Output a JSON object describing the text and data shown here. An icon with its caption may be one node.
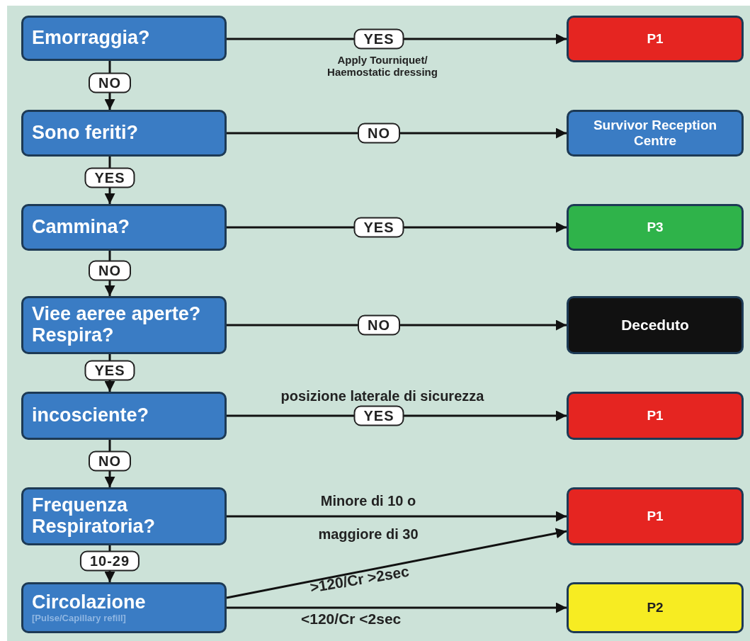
{
  "diagram": {
    "nodes": [
      {
        "text": [
          "Emorraggia?"
        ]
      },
      {
        "text": [
          "Sono feriti?"
        ]
      },
      {
        "text": [
          "Cammina?"
        ]
      },
      {
        "text": [
          "Viee aeree aperte? Respira?"
        ]
      },
      {
        "text": [
          "incosciente?"
        ]
      },
      {
        "text": [
          "Frequenza Respiratoria?"
        ]
      },
      {
        "text": [
          "Circolazione",
          "[Pulse/Capillary refill]"
        ]
      },
      {
        "text": [
          "P1"
        ]
      },
      {
        "text": [
          "Survivor Reception Centre"
        ]
      },
      {
        "text": [
          "P3"
        ]
      },
      {
        "text": [
          "Deceduto"
        ]
      },
      {
        "text": [
          "P1"
        ]
      },
      {
        "text": [
          "P1"
        ]
      },
      {
        "text": [
          "P2"
        ]
      }
    ],
    "edges": [
      {
        "from": 0,
        "to": 1,
        "arrow": "to",
        "label": "NO"
      },
      {
        "from": 1,
        "to": 2,
        "arrow": "to",
        "label": "YES"
      },
      {
        "from": 2,
        "to": 3,
        "arrow": "to",
        "label": "NO"
      },
      {
        "from": 3,
        "to": 4,
        "arrow": "to",
        "label": "YES"
      },
      {
        "from": 4,
        "to": 5,
        "arrow": "to",
        "label": "NO"
      },
      {
        "from": 5,
        "to": 6,
        "arrow": "to",
        "label": "10-29"
      },
      {
        "from": 0,
        "to": 7,
        "arrow": "to",
        "label": "YES"
      },
      {
        "from": 1,
        "to": 8,
        "arrow": "to",
        "label": "NO"
      },
      {
        "from": 2,
        "to": 9,
        "arrow": "to",
        "label": "YES"
      },
      {
        "from": 3,
        "to": 10,
        "arrow": "to",
        "label": "NO"
      },
      {
        "from": 4,
        "to": 11,
        "arrow": "to",
        "label": "YES"
      },
      {
        "from": 5,
        "to": 12,
        "arrow": "to"
      },
      {
        "from": 6,
        "to": 12,
        "arrow": "to",
        "label": ">120/Cr >2sec"
      },
      {
        "from": 6,
        "to": 13,
        "arrow": "to",
        "label": "<120/Cr <2sec"
      }
    ],
    "labels": [
      "Apply Tourniquet/ Haemostatic dressing",
      "posizione laterale di sicurezza",
      "Minore di 10  o",
      "maggiore di 30"
    ]
  }
}
